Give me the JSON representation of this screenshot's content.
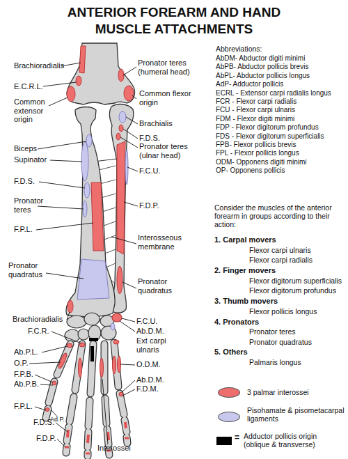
{
  "diagram": {
    "title": "ANTERIOR FOREARM AND HAND MUSCLE ATTACHMENTS",
    "labels": [
      "Brachioradialis",
      "Pronator teres (humeral head)",
      "E.C.R.L.",
      "Common extensor origin",
      "Common flexor origin",
      "Brachialis",
      "F.D.S.",
      "Pronator teres (ulnar head)",
      "Biceps",
      "Supinator",
      "F.C.U.",
      "F.D.S.",
      "Pronator teres",
      "F.D.P.",
      "F.P.L.",
      "Interosseous membrane",
      "Pronator quadratus",
      "Pronator quadratus",
      "Brachioradialis",
      "F.C.U.",
      "F.C.R.",
      "Ab.D.M.",
      "Ext carpi ulnaris",
      "Ab.P.L.",
      "O.P.",
      "O.D.M.",
      "F.P.B.",
      "Ab.D.M.",
      "Ab.P.B.",
      "F.D.M.",
      "F.P.L.",
      "Ad.P.",
      "F.D.S.",
      "F.D.P.",
      "Interossei",
      "Abbreviations:",
      "AbDM- Abductor digiti minimi",
      "AbPB- Abductor pollicis brevis",
      "AbPL- Abductor pollicis longus",
      "AdP- Adductor pollicis",
      "ECRL - Extensor carpi radialis longus",
      "FCR - Flexor carpi radialis",
      "FCU - Flexor carpi ulnaris",
      "FDM - Flexor digiti minimi",
      "FDP - Flexor digitorum profundus",
      "FDS - Flexor digitorum superficialis",
      "FPB- Flexor pollicis brevis",
      "FPL - Flexor pollicis longus",
      "ODM- Opponens digiti minimi",
      "OP- Opponens pollicis",
      "Consider the muscles of the anterior forearm in groups according to their action:",
      "1. Carpal movers",
      "Flexor carpi ulnaris",
      "Flexor carpi radialis",
      "2. Finger movers",
      "Flexor digitorum superficialis",
      "Flexor digitorum profundus",
      "3. Thumb movers",
      "Flexor pollicis longus",
      "4. Pronators",
      "Pronator teres",
      "Pronator quadratus",
      "5. Others",
      "Palmaris longus",
      "="
    ],
    "legend": [
      {
        "text": "3 palmar interossei",
        "color": "#ee6e6e"
      },
      {
        "text": "Pisohamate & pisometacarpal ligaments",
        "color": "#c8c8ee"
      },
      {
        "text": "Adductor pollicis origin (oblique & transverse)",
        "color": "#000000"
      }
    ]
  }
}
